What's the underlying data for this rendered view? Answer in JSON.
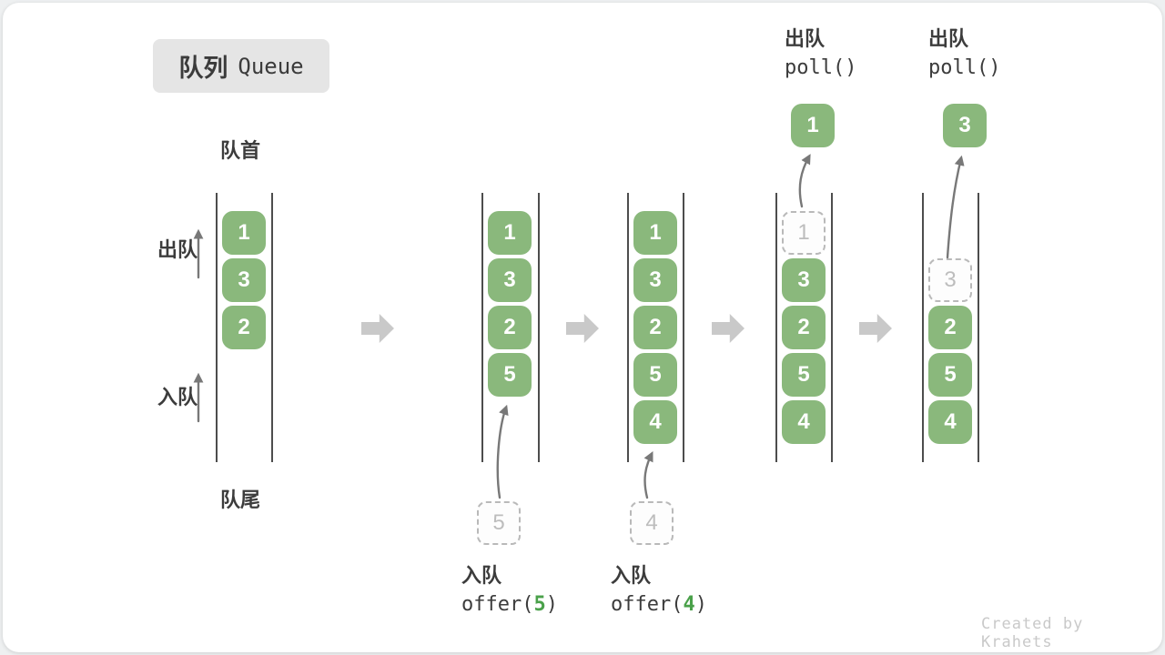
{
  "title": {
    "zh": "队列",
    "en": "Queue"
  },
  "side_labels": {
    "front": "队首",
    "rear": "队尾",
    "dequeue": "出队",
    "enqueue": "入队"
  },
  "states": [
    {
      "name": "initial",
      "blocks": [
        {
          "value": "1"
        },
        {
          "value": "3"
        },
        {
          "value": "2"
        }
      ]
    },
    {
      "name": "after-offer-5",
      "blocks": [
        {
          "value": "1"
        },
        {
          "value": "3"
        },
        {
          "value": "2"
        },
        {
          "value": "5"
        }
      ],
      "pending": {
        "value": "5"
      },
      "op": {
        "action": "入队",
        "code_open": "offer(",
        "arg": "5",
        "code_close": ")"
      }
    },
    {
      "name": "after-offer-4",
      "blocks": [
        {
          "value": "1"
        },
        {
          "value": "3"
        },
        {
          "value": "2"
        },
        {
          "value": "5"
        },
        {
          "value": "4"
        }
      ],
      "pending": {
        "value": "4"
      },
      "op": {
        "action": "入队",
        "code_open": "offer(",
        "arg": "4",
        "code_close": ")"
      }
    },
    {
      "name": "after-poll-1",
      "ghost": {
        "value": "1"
      },
      "blocks": [
        {
          "value": "3"
        },
        {
          "value": "2"
        },
        {
          "value": "5"
        },
        {
          "value": "4"
        }
      ],
      "polled": {
        "value": "1"
      },
      "op": {
        "action": "出队",
        "code": "poll()"
      }
    },
    {
      "name": "after-poll-3",
      "ghost": {
        "value": "3"
      },
      "blocks": [
        {
          "value": "2"
        },
        {
          "value": "5"
        },
        {
          "value": "4"
        }
      ],
      "polled": {
        "value": "3"
      },
      "op": {
        "action": "出队",
        "code": "poll()"
      }
    }
  ],
  "colors": {
    "block_green": "#8ab87c",
    "accent_green": "#4aa14a",
    "step_arrow_gray": "#c9c9c9",
    "curve_arrow_gray": "#787878",
    "badge_bg": "#e5e5e5",
    "text_dark": "#3c3c3c",
    "ghost_gray": "#bdbdbd"
  },
  "watermark": "Created by Krahets"
}
